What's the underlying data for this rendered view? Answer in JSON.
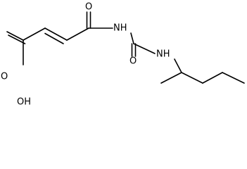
{
  "diagram": {
    "type": "skeletal-structure",
    "atom_labels": {
      "ketone_oxygen": "O",
      "imide_nitrogen": "NH",
      "urea_oxygen": "O",
      "amine_nitrogen": "NH",
      "acid_oxygen": "O",
      "hydroxyl": "OH"
    }
  }
}
